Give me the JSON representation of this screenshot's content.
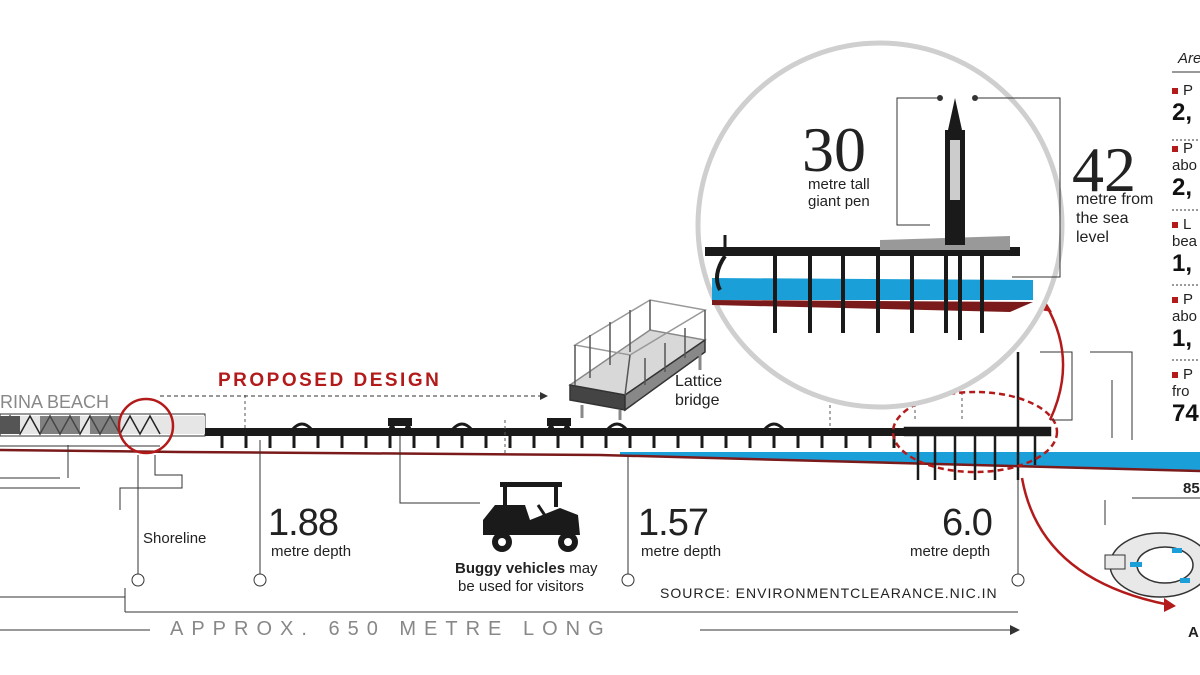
{
  "labels": {
    "beach": "RINA BEACH",
    "proposed": "PROPOSED DESIGN",
    "lattice": "Lattice\nbridge",
    "shoreline": "Shoreline",
    "buggy_bold": "Buggy vehicles",
    "buggy_rest": " may",
    "buggy_line2": "be used for visitors",
    "source": "SOURCE: ENVIRONMENTCLEARANCE.NIC.IN",
    "length": "APPROX. 650 METRE LONG"
  },
  "depths": [
    {
      "value": "1.88",
      "unit": "metre depth"
    },
    {
      "value": "1.57",
      "unit": "metre depth"
    },
    {
      "value": "6.0",
      "unit": "metre depth"
    }
  ],
  "zoom": {
    "pen_height": "30",
    "pen_caption": "metre tall\ngiant pen",
    "sea_height": "42",
    "sea_caption": "metre from\nthe sea\nlevel"
  },
  "sidebar": {
    "header": "Are",
    "items": [
      {
        "label": "P",
        "value": "2,"
      },
      {
        "label": "P\nabo",
        "value": "2,"
      },
      {
        "label": "L\nbea",
        "value": "1,"
      },
      {
        "label": "P\nabo",
        "value": "1,"
      },
      {
        "label": "P\nfro",
        "value": "74"
      }
    ],
    "bottom_value": "85",
    "bottom_label": "A"
  },
  "colors": {
    "accent": "#b31b1b",
    "sea": "#1a9fd9",
    "dark": "#1a1a1a",
    "grey": "#c8c8c8"
  }
}
